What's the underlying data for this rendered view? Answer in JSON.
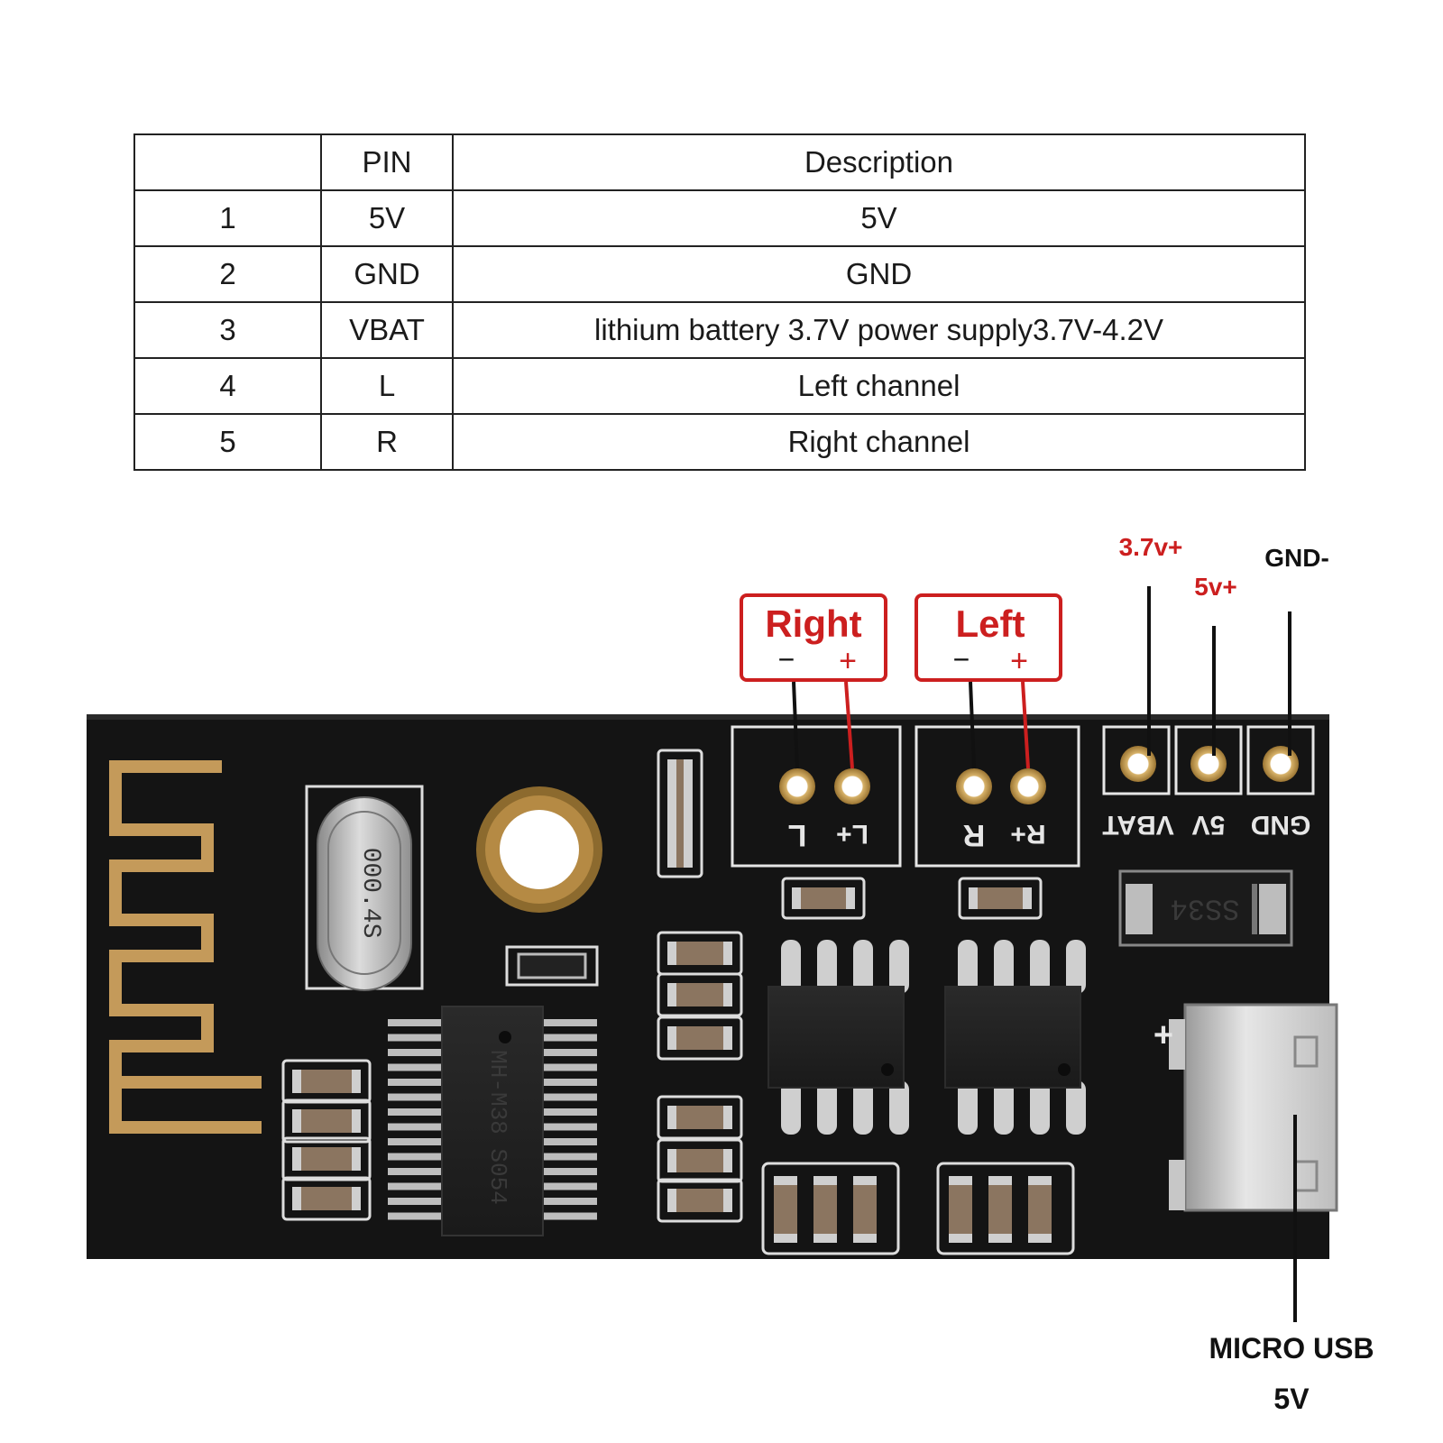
{
  "pin_table": {
    "headers": [
      "",
      "PIN",
      "Description"
    ],
    "rows": [
      [
        "1",
        "5V",
        "5V"
      ],
      [
        "2",
        "GND",
        "GND"
      ],
      [
        "3",
        "VBAT",
        "lithium battery 3.7V power supply3.7V-4.2V"
      ],
      [
        "4",
        "L",
        "Left channel"
      ],
      [
        "5",
        "R",
        "Right channel"
      ]
    ]
  },
  "callouts": {
    "right_box": {
      "title": "Right",
      "minus": "−",
      "plus": "+"
    },
    "left_box": {
      "title": "Left",
      "minus": "−",
      "plus": "+"
    },
    "vbat": "3.7v+",
    "v5": "5v+",
    "gnd": "GND-",
    "usb_line1": "MICRO USB",
    "usb_line2": "5V"
  },
  "board_silkscreen": {
    "pad_labels": [
      "VBAT",
      "5V",
      "GND"
    ],
    "channel_markings": [
      "L",
      "L+",
      "R",
      "R+"
    ],
    "crystal": "000.4S",
    "main_chip": "MH-M38 S054",
    "diode": "SS34",
    "usb_plus": "+"
  },
  "colors": {
    "board": "#141414",
    "accent_red": "#cc1f1f",
    "gold": "#c9a25a",
    "silk": "#eaeaea"
  }
}
